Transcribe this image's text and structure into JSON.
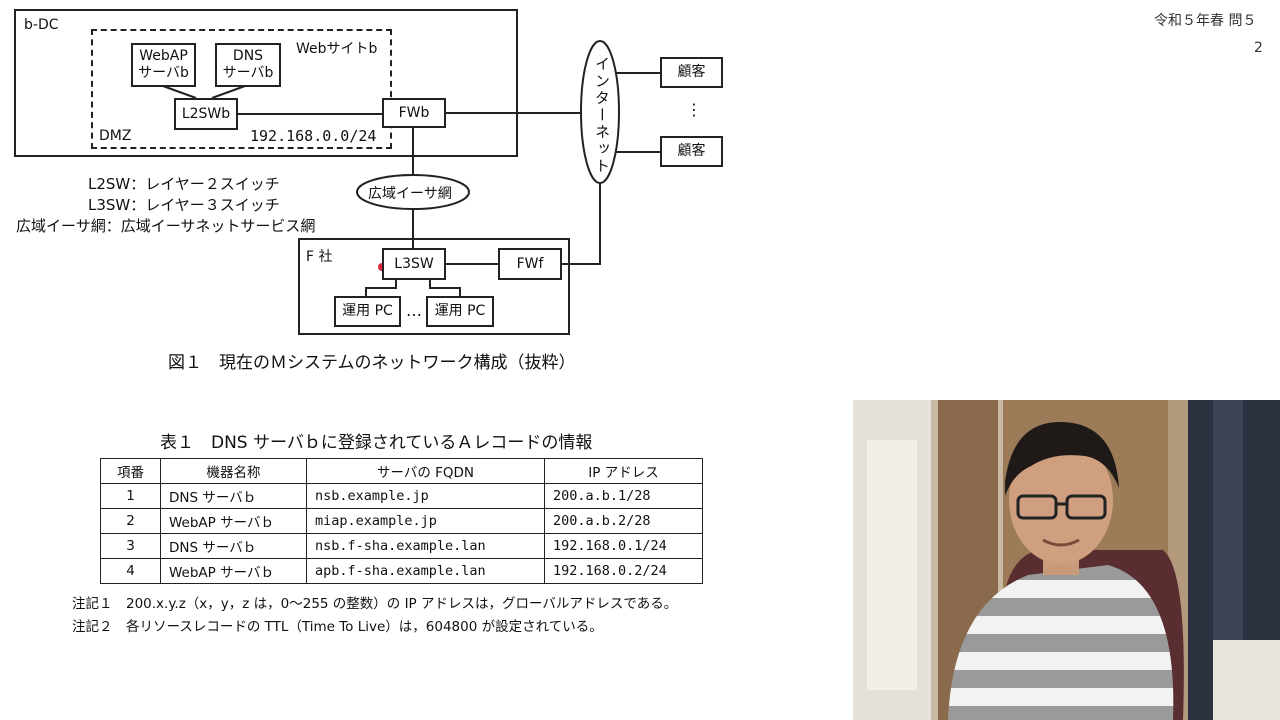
{
  "header": {
    "exam": "令和５年春 問５",
    "page": "2"
  },
  "diagram": {
    "b_dc": "b-DC",
    "website": "Webサイトb",
    "dmz": "DMZ",
    "subnet": "192.168.0.0/24",
    "webap_server": "WebAP\nサーバb",
    "dns_server": "DNS\nサーバb",
    "l2sw": "L2SWb",
    "fw_b": "FWb",
    "internet": "インターネット",
    "customer1": "顧客",
    "ellipsis_v": "⋮",
    "customer2": "顧客",
    "wan": "広域イーサ網",
    "company_f": "F 社",
    "l3sw": "L3SW",
    "fw_f": "FWf",
    "pc1": "運用 PC",
    "pc_dots": "…",
    "pc2": "運用 PC"
  },
  "legend": [
    "L2SW：レイヤー２スイッチ",
    "L3SW：レイヤー３スイッチ",
    "広域イーサ網：広域イーサネットサービス網"
  ],
  "figure_caption": "図１　現在のＭシステムのネットワーク構成（抜粋）",
  "table": {
    "caption": "表１　DNS サーバｂに登録されているＡレコードの情報",
    "headers": [
      "項番",
      "機器名称",
      "サーバの FQDN",
      "IP アドレス"
    ],
    "rows": [
      [
        "1",
        "DNS サーバｂ",
        "nsb.example.jp",
        "200.a.b.1/28"
      ],
      [
        "2",
        "WebAP サーバｂ",
        "miap.example.jp",
        "200.a.b.2/28"
      ],
      [
        "3",
        "DNS サーバｂ",
        "nsb.f-sha.example.lan",
        "192.168.0.1/24"
      ],
      [
        "4",
        "WebAP サーバｂ",
        "apb.f-sha.example.lan",
        "192.168.0.2/24"
      ]
    ]
  },
  "notes": [
    "注記１　200.x.y.z（x，y，z は，0〜255 の整数）の IP アドレスは，グローバルアドレスである。",
    "注記２　各リソースレコードの TTL（Time To Live）は，604800 が設定されている。"
  ],
  "colors": {
    "pointer": "#e0283c",
    "wall": "#c9b9a3",
    "shirt_stripe": "#9a9a9a"
  }
}
